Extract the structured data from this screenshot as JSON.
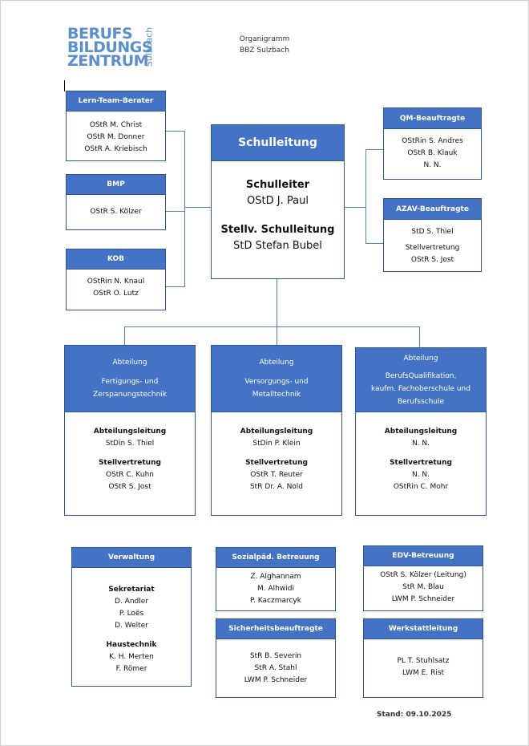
{
  "header": {
    "logo_lines": [
      "BERUFS",
      "BILDUNGS",
      "ZENTRUM"
    ],
    "logo_city": "Sulzbach",
    "title_line1": "Organigramm",
    "title_line2": "BBZ Sulzbach"
  },
  "left_boxes": {
    "ltb": {
      "title": "Lern-Team-Berater",
      "lines": [
        "OStR M. Christ",
        "OStR M. Donner",
        "OStR A. Kriebisch"
      ]
    },
    "bmp": {
      "title": "BMP",
      "lines": [
        "OStR S. Kölzer"
      ]
    },
    "kob": {
      "title": "KOB",
      "lines": [
        "OStRin N. Knaul",
        "OStR O. Lutz"
      ]
    }
  },
  "schulleitung": {
    "title": "Schulleitung",
    "leiter_label": "Schulleiter",
    "leiter_name": "OStD J. Paul",
    "stellv_label": "Stellv. Schulleitung",
    "stellv_name": "StD Stefan Bubel"
  },
  "right_boxes": {
    "qm": {
      "title": "QM-Beauftragte",
      "lines": [
        "OStRin S. Andres",
        "OStR B. Klauk",
        "N. N."
      ]
    },
    "azav": {
      "title": "AZAV-Beauftragte",
      "line1": "StD S. Thiel",
      "line2": "Stellvertretung",
      "line3": "OStR S. Jost"
    }
  },
  "abteilungen": [
    {
      "label": "Abteilung",
      "name_lines": [
        "Fertigungs- und",
        "Zerspanungstechnik"
      ],
      "lead_label": "Abteilungsleitung",
      "lead": "StDin S. Thiel",
      "stellv_label": "Stellvertretung",
      "stellv": [
        "OStR C. Kuhn",
        "OStR S. Jost"
      ]
    },
    {
      "label": "Abteilung",
      "name_lines": [
        "Versorgungs- und",
        "Metalltechnik"
      ],
      "lead_label": "Abteilungsleitung",
      "lead": "StDin P. Klein",
      "stellv_label": "Stellvertretung",
      "stellv": [
        "OStR T. Reuter",
        "StR Dr. A. Nold"
      ]
    },
    {
      "label": "Abteilung",
      "name_lines": [
        "BerufsQualifikation,",
        "kaufm. Fachoberschule und",
        "Berufsschule"
      ],
      "lead_label": "Abteilungsleitung",
      "lead": "N. N.",
      "stellv_label": "Stellvertretung",
      "stellv": [
        "N. N.",
        "OStRin C. Mohr"
      ]
    }
  ],
  "bottom": {
    "verwaltung": {
      "title": "Verwaltung",
      "sek_label": "Sekretariat",
      "sek": [
        "D. Andler",
        "P. Loës",
        "D. Welter"
      ],
      "haus_label": "Haustechnik",
      "haus": [
        "K. H. Merten",
        "F. Römer"
      ]
    },
    "sozial": {
      "title": "Sozialpäd. Betreuung",
      "lines": [
        "Z. Alghannam",
        "M. Alhwidi",
        "P. Kaczmarcyk"
      ]
    },
    "sicher": {
      "title": "Sicherheitsbeauftragte",
      "lines": [
        "StR B. Severin",
        "StR A. Stahl",
        "LWM P. Schneider"
      ]
    },
    "edv": {
      "title": "EDV-Betreuung",
      "lines": [
        "OStR S. Kölzer (Leitung)",
        "StR M. Blau",
        "LWM P. Schneider"
      ]
    },
    "werkstatt": {
      "title": "Werkstattleitung",
      "lines": [
        "PL T. Stuhlsatz",
        "LWM E. Rist"
      ]
    }
  },
  "stand": "Stand: 09.10.2025",
  "colors": {
    "header_fill": "#4472c4",
    "border": "#2f5597",
    "connector": "#4f81bd",
    "logo": "#5b8fc9"
  }
}
